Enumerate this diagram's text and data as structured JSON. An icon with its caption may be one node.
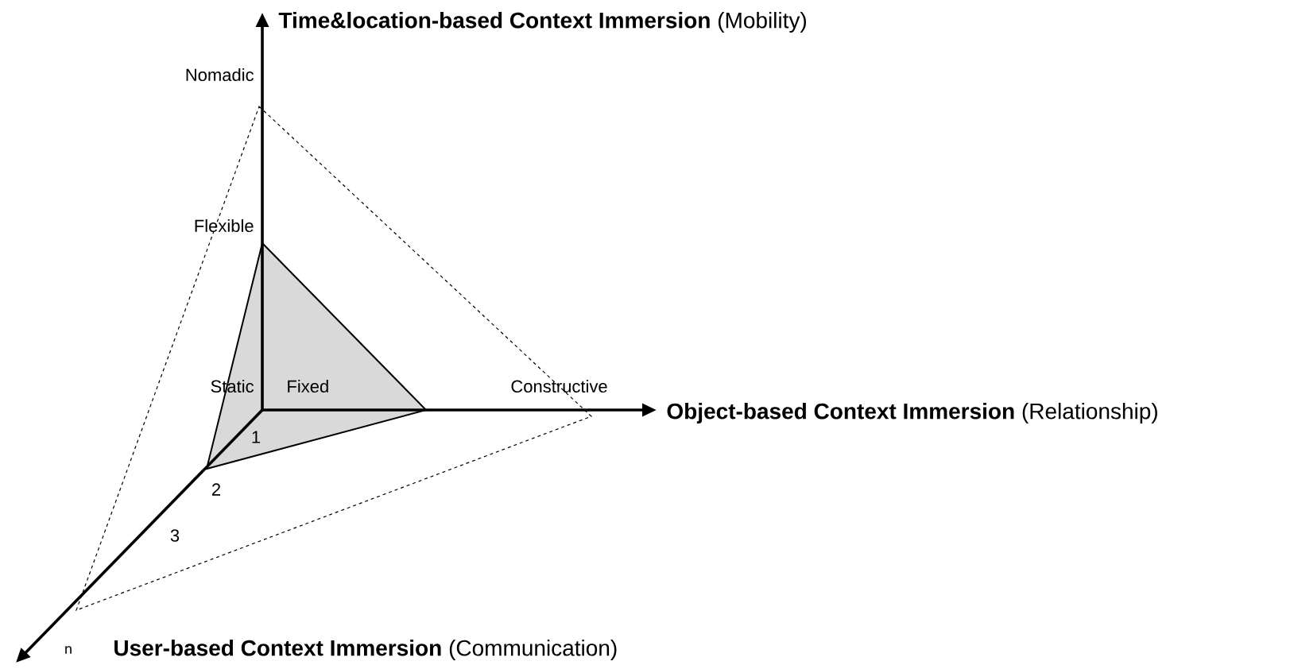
{
  "diagram": {
    "labels": [
      "**Time&location-based Context Immersion** (Mobility)",
      "Nomadic",
      "Flexible",
      "Static",
      "Fixed",
      "Constructive",
      "**Object-based Context Immersion** (Relationship)",
      "1",
      "2",
      "3",
      "n",
      "**User-based Context Immersion** (Communication)"
    ]
  }
}
